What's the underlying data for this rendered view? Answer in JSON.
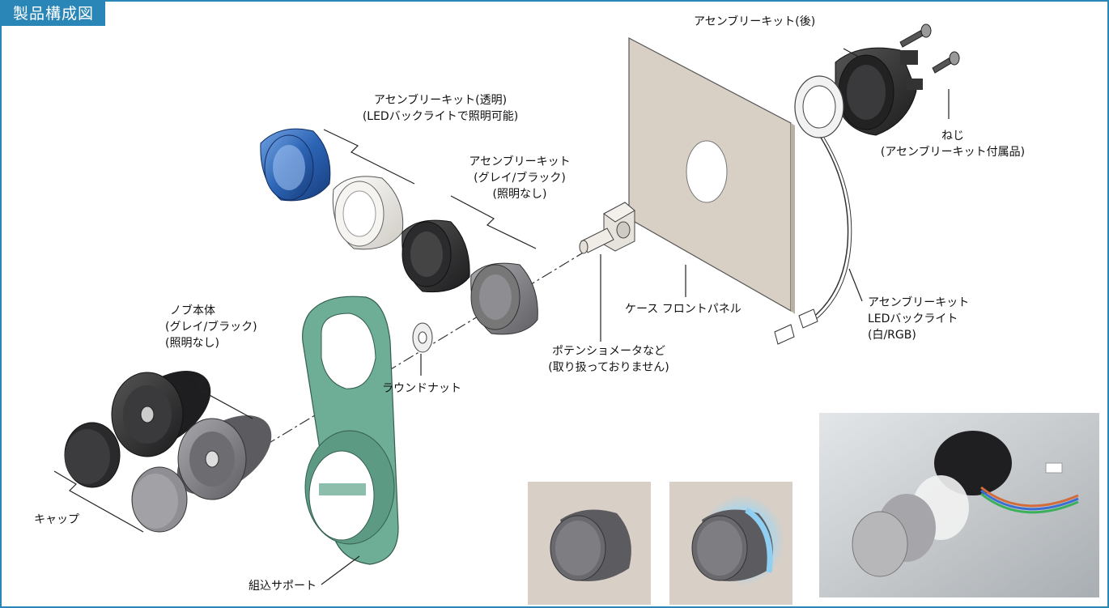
{
  "header": {
    "title": "製品構成図"
  },
  "labels": {
    "kit_rear": "アセンブリーキット(後)",
    "screws": [
      "ねじ",
      "(アセンブリーキット付属品)"
    ],
    "kit_transparent": [
      "アセンブリーキット(透明)",
      "(LEDバックライトで照明可能)"
    ],
    "kit_gray_black": [
      "アセンブリーキット",
      "(グレイ/ブラック)",
      "(照明なし)"
    ],
    "knob_body": [
      "ノブ本体",
      "(グレイ/ブラック)",
      "(照明なし)"
    ],
    "round_nut": "ラウンドナット",
    "potentiometer": [
      "ポテンショメータなど",
      "(取り扱っておりません)"
    ],
    "front_panel": "ケース フロントパネル",
    "led_backlight": [
      "アセンブリーキット",
      "LEDバックライト",
      "(白/RGB)"
    ],
    "cap": "キャップ",
    "mount_support": "組込サポート"
  },
  "colors": {
    "accent": "#2a86b7",
    "panel": "#d8d0c5",
    "support_green": "#6fae96",
    "knob_blue": "#2c64b4",
    "knob_gray": "#7b7b80",
    "knob_black": "#2e2e31"
  }
}
